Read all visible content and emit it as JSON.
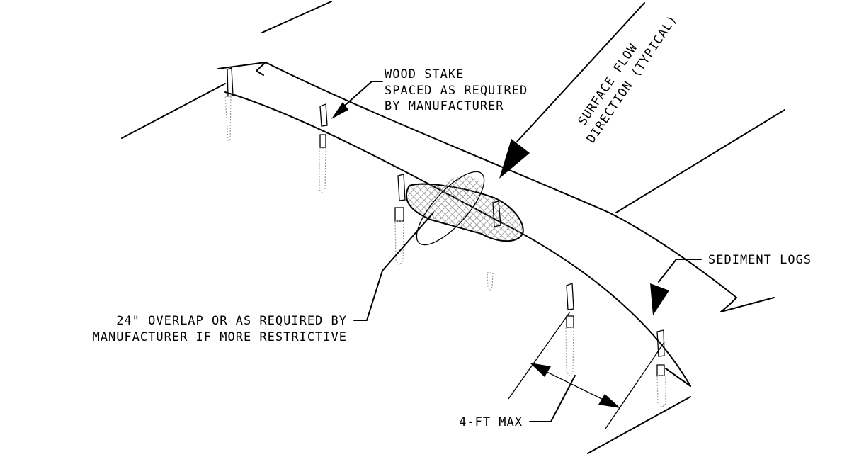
{
  "labels": {
    "wood_stake": [
      "WOOD STAKE",
      "SPACED AS REQUIRED",
      "BY MANUFACTURER"
    ],
    "flow": [
      "SURFACE FLOW",
      "DIRECTION (TYPICAL)"
    ],
    "sediment_logs": "SEDIMENT LOGS",
    "overlap": [
      "24\" OVERLAP OR AS REQUIRED BY",
      "MANUFACTURER IF MORE RESTRICTIVE"
    ],
    "spacing": "4-FT MAX"
  },
  "colors": {
    "line": "#000000",
    "mesh": "#8c8c8c",
    "hidden_stake": "#9a9a9a"
  }
}
